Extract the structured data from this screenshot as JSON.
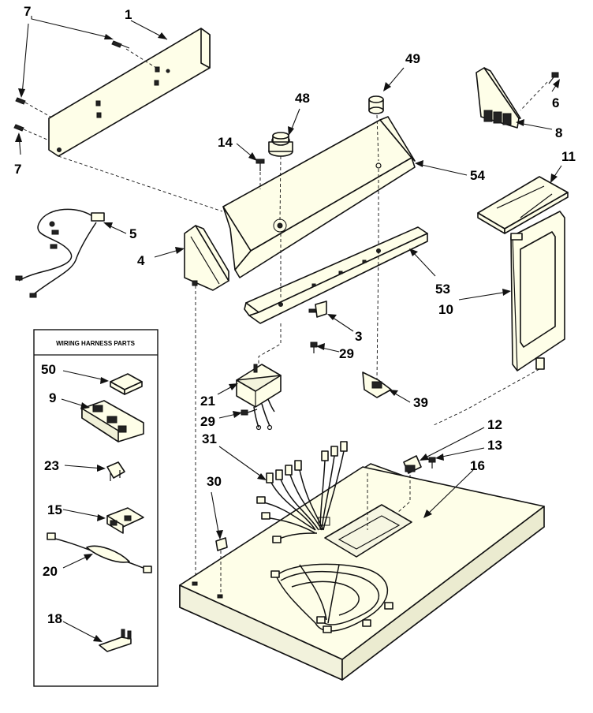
{
  "callouts": {
    "c1": "1",
    "c3": "3",
    "c4": "4",
    "c5": "5",
    "c6": "6",
    "c7a": "7",
    "c7b": "7",
    "c8": "8",
    "c9": "9",
    "c10": "10",
    "c11": "11",
    "c12": "12",
    "c13": "13",
    "c14": "14",
    "c15": "15",
    "c16": "16",
    "c18": "18",
    "c20": "20",
    "c21": "21",
    "c23": "23",
    "c29a": "29",
    "c29b": "29",
    "c30": "30",
    "c31": "31",
    "c39": "39",
    "c48": "48",
    "c49": "49",
    "c50": "50",
    "c53": "53",
    "c54": "54"
  },
  "legend": {
    "title": "WIRING HARNESS PARTS"
  }
}
